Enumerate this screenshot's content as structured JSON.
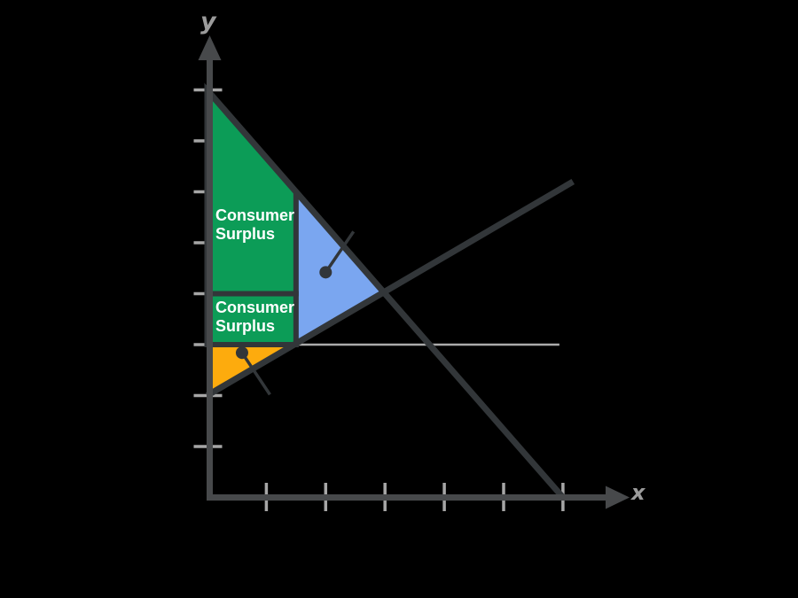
{
  "figure": {
    "background": "#000000",
    "ylabel": "y",
    "xlabel": "x"
  },
  "chart_data": {
    "type": "line",
    "title": "",
    "xlabel": "x",
    "ylabel": "y",
    "xlim": [
      0,
      7.1
    ],
    "ylim": [
      0,
      9.1
    ],
    "grid": false,
    "x_ticks": [
      1,
      2,
      3,
      4,
      5,
      6
    ],
    "y_ticks": [
      1,
      2,
      3,
      4,
      5,
      6,
      7,
      8
    ],
    "series": [
      {
        "name": "demand-curve",
        "points": [
          [
            0,
            8
          ],
          [
            6,
            0
          ]
        ],
        "color": "#323639",
        "width": 7
      },
      {
        "name": "supply-curve",
        "points": [
          [
            0,
            2
          ],
          [
            6.17,
            6.2
          ]
        ],
        "color": "#323639",
        "width": 7
      }
    ],
    "price_line": {
      "y": 3,
      "x_start": 0,
      "x_end": 5.94,
      "color": "#ababab",
      "width": 2.5
    },
    "regions": [
      {
        "name": "blue-triangle",
        "label": "",
        "color": "#7aa6f0",
        "border": false,
        "points": [
          [
            1.5,
            6
          ],
          [
            3,
            4
          ],
          [
            1.5,
            3
          ]
        ]
      },
      {
        "name": "orange-triangle",
        "label": "",
        "color": "#fdab0d",
        "border": false,
        "points": [
          [
            0,
            3
          ],
          [
            1.5,
            3
          ],
          [
            0,
            2
          ]
        ]
      },
      {
        "name": "green-upper",
        "label": "Consumer\nSurplus",
        "color": "#0c9c57",
        "border": true,
        "points": [
          [
            0,
            8
          ],
          [
            1.5,
            6
          ],
          [
            1.5,
            4
          ],
          [
            0,
            4
          ]
        ]
      },
      {
        "name": "green-lower",
        "label": "Consumer\nSurplus",
        "color": "#0c9c57",
        "border": true,
        "points": [
          [
            0,
            4
          ],
          [
            1.5,
            4
          ],
          [
            1.5,
            3
          ],
          [
            0,
            3
          ]
        ]
      }
    ],
    "callouts": [
      {
        "name": "blue-callout",
        "dot": [
          2.0,
          4.42
        ],
        "end": [
          2.47,
          5.22
        ]
      },
      {
        "name": "orange-callout",
        "dot": [
          0.59,
          2.84
        ],
        "end": [
          1.06,
          2.02
        ]
      }
    ],
    "colors": {
      "line_dark": "#323639",
      "region_border": "#323639",
      "axis": "#47494b",
      "tick": "#a6a6a6",
      "price_line": "#ababab",
      "callout": "#323639",
      "region_label_text": "#ffffff",
      "axis_label_text": "#9b9b9b"
    }
  }
}
